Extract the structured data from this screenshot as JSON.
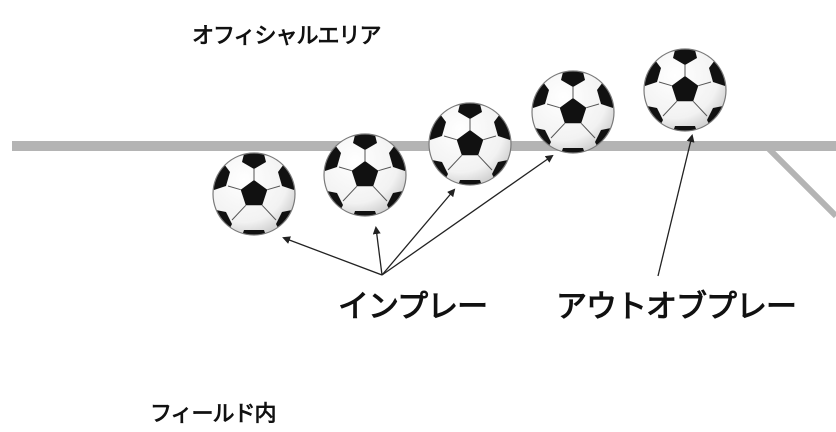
{
  "labels": {
    "official_area": "オフィシャルエリア",
    "in_play": "インプレー",
    "out_of_play": "アウトオブプレー",
    "field_inside": "フィールド内"
  },
  "colors": {
    "line": "#b4b4b4",
    "ball_white": "#ffffff",
    "ball_black": "#111111",
    "arrow": "#222222",
    "text": "#111111"
  }
}
